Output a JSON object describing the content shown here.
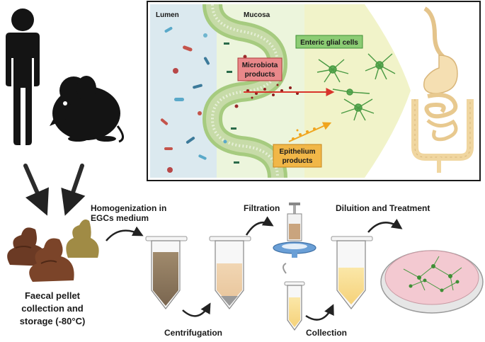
{
  "inset": {
    "lumen_label": "Lumen",
    "mucosa_label": "Mucosa",
    "enteric_glia_label": "Enteric glial cells",
    "microbiota_label_line1": "Microbiota",
    "microbiota_label_line2": "products",
    "epithelium_label_line1": "Epithelium",
    "epithelium_label_line2": "products"
  },
  "steps": {
    "faecal_line1": "Faecal pellet",
    "faecal_line2": "collection and",
    "faecal_line3": "storage (-80°C)",
    "homog_line1": "Homogenization in",
    "homog_line2": "EGCs medium",
    "centrifugation": "Centrifugation",
    "filtration": "Filtration",
    "collection": "Collection",
    "dilution": "Diluition and Treatment"
  },
  "colors": {
    "lumen_bg": "#dbe9ef",
    "mucosa_bg": "#ecf5dc",
    "glia_bg": "#f1f3c9",
    "microbiota_box": "#e9888a",
    "glia_box": "#8ccc74",
    "epithelium_box": "#f1b748",
    "gut": "#f5dfb2",
    "faeces_dark": "#6b3a24",
    "faeces_olive": "#a08b45",
    "arrow_red": "#d8342b",
    "arrow_orange": "#f0a51e"
  }
}
